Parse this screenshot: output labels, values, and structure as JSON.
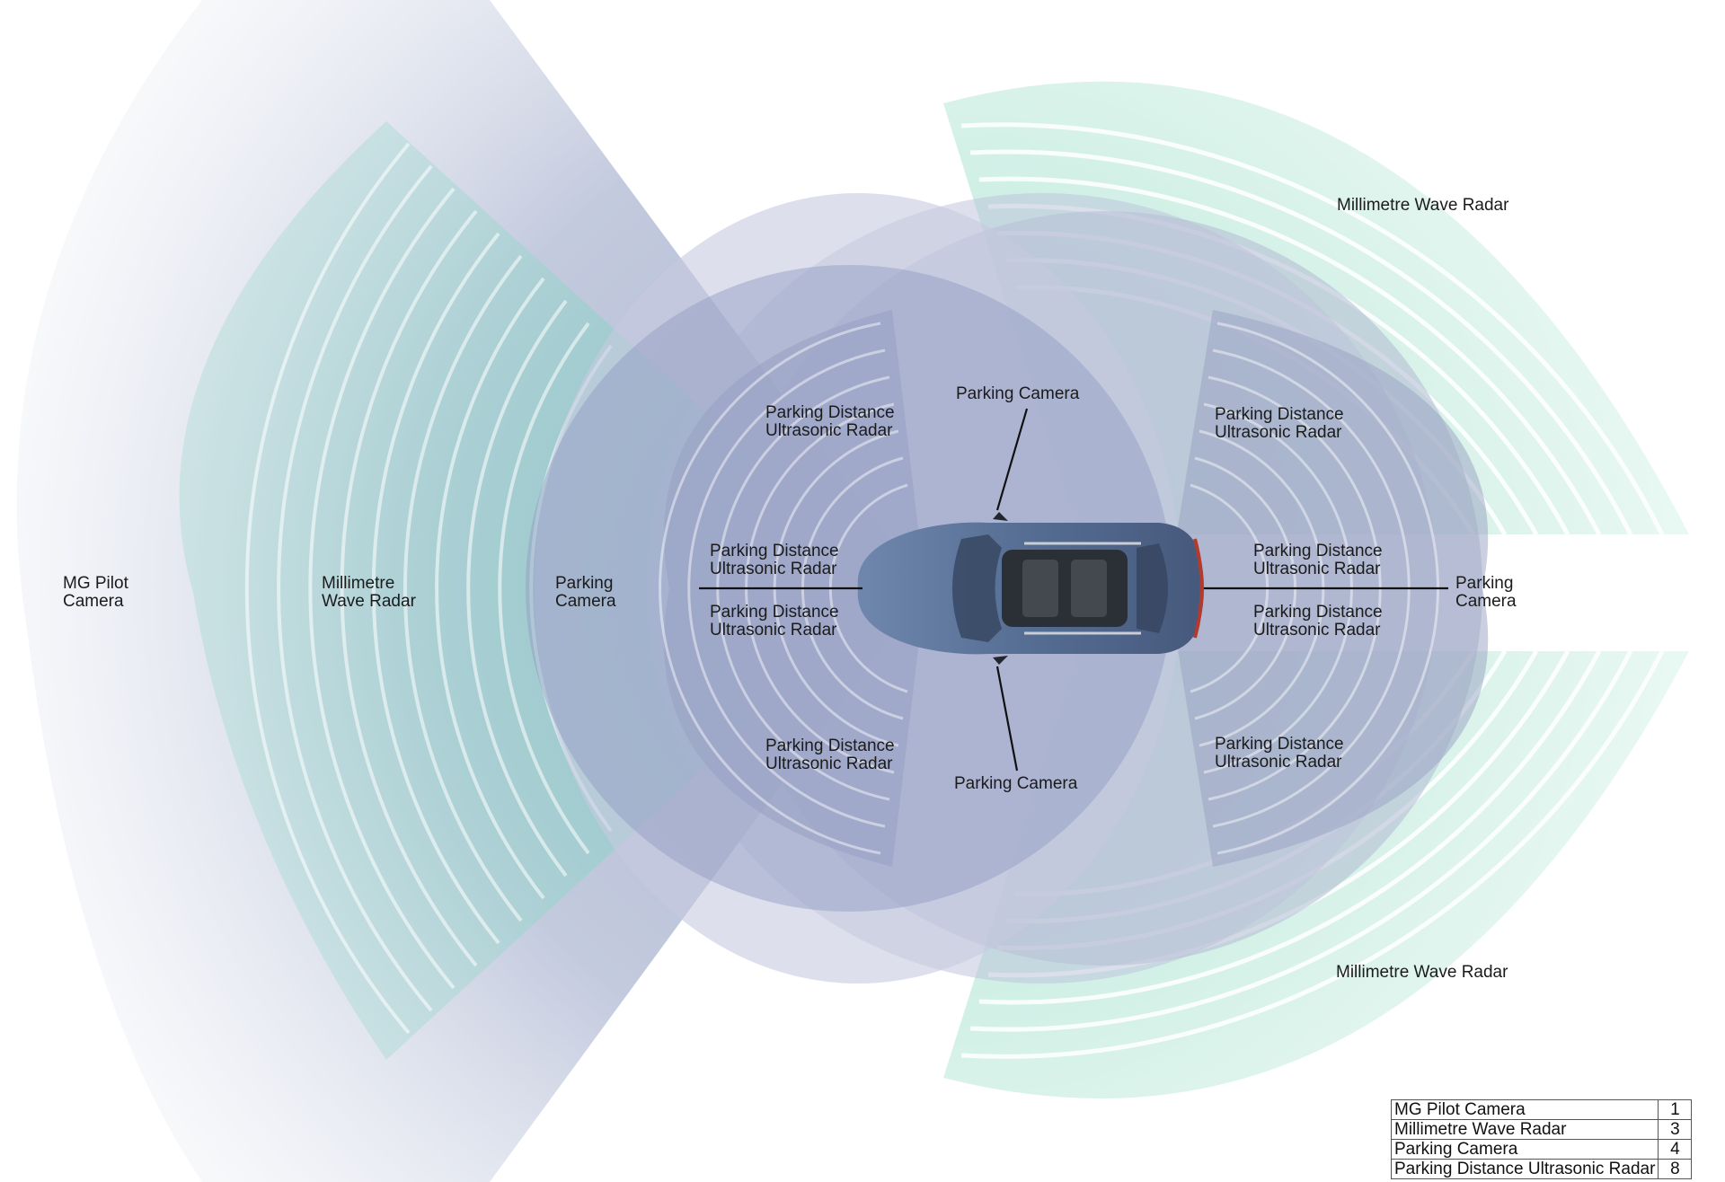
{
  "colors": {
    "camera_zone": "#aeb6d0",
    "parking_zone": "#c4c6dc",
    "radar_zone": "#a6e3cf",
    "ultrasonic_zone": "#8d96b8",
    "car_body": "#5c7398",
    "leader_line": "#111111"
  },
  "labels": {
    "mg_pilot_camera": [
      "MG Pilot",
      "Camera"
    ],
    "mmw_radar_front": [
      "Millimetre",
      "Wave Radar"
    ],
    "parking_camera_front": [
      "Parking",
      "Camera"
    ],
    "pdur_front_top": [
      "Parking Distance",
      "Ultrasonic Radar"
    ],
    "pdur_front_mid_top": [
      "Parking Distance",
      "Ultrasonic Radar"
    ],
    "pdur_front_mid_bottom": [
      "Parking Distance",
      "Ultrasonic Radar"
    ],
    "pdur_front_bottom": [
      "Parking Distance",
      "Ultrasonic Radar"
    ],
    "parking_camera_top": "Parking Camera",
    "parking_camera_bottom": "Parking Camera",
    "pdur_rear_top": [
      "Parking Distance",
      "Ultrasonic Radar"
    ],
    "pdur_rear_mid_top": [
      "Parking Distance",
      "Ultrasonic Radar"
    ],
    "pdur_rear_mid_bottom": [
      "Parking Distance",
      "Ultrasonic Radar"
    ],
    "pdur_rear_bottom": [
      "Parking Distance",
      "Ultrasonic Radar"
    ],
    "parking_camera_rear": [
      "Parking",
      "Camera"
    ],
    "mmw_radar_rear_top": "Millimetre Wave Radar",
    "mmw_radar_rear_bottom": "Millimetre Wave Radar"
  },
  "legend": [
    {
      "name": "MG Pilot Camera",
      "count": "1"
    },
    {
      "name": "Millimetre Wave Radar",
      "count": "3"
    },
    {
      "name": "Parking Camera",
      "count": "4"
    },
    {
      "name": "Parking Distance Ultrasonic Radar",
      "count": "8"
    }
  ]
}
